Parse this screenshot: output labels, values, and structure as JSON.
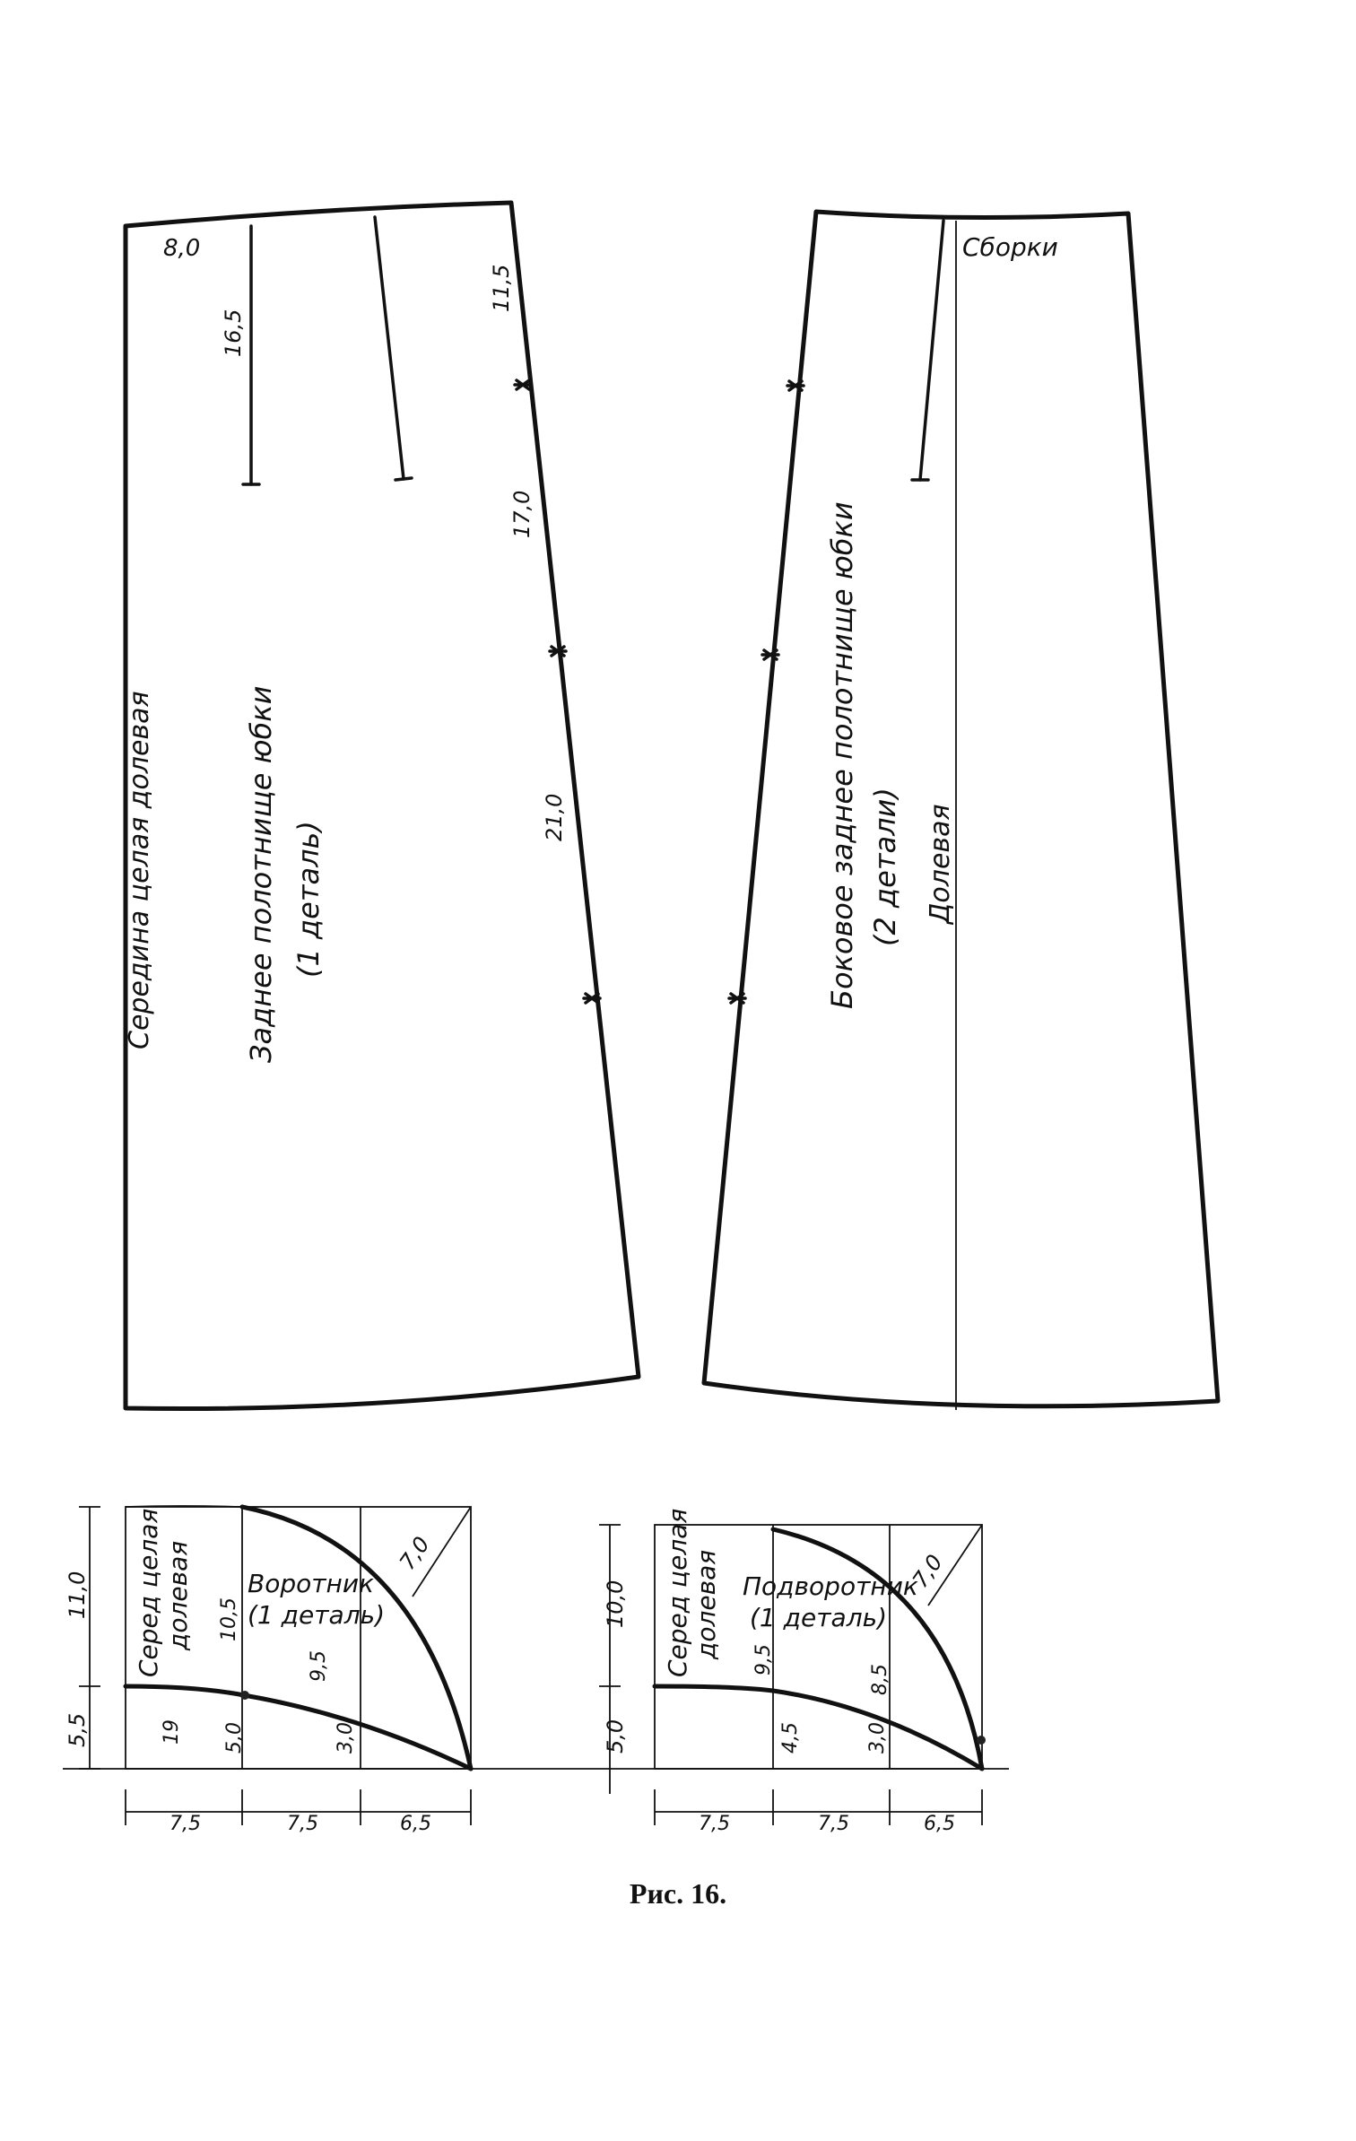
{
  "caption": "Рис. 16.",
  "back_panel": {
    "center_label": "Середина целая долевая",
    "title_line1": "Заднее полотнище юбки",
    "title_line2": "(1 деталь)",
    "waist_measure": "8,0",
    "dart_length": "16,5",
    "side_segments": [
      "11,5",
      "17,0",
      "21,0"
    ]
  },
  "side_panel": {
    "gathers_label": "Сборки",
    "title_line1": "Боковое заднее полотнище юбки",
    "title_line2": "(2 детали)",
    "grain_label": "Долевая"
  },
  "collar": {
    "center_label_line1": "Серед целая",
    "center_label_line2": "долевая",
    "title_line1": "Воротник",
    "title_line2": "(1 деталь)",
    "height_top": "11,0",
    "height_bottom": "5,5",
    "diag": "7,0",
    "marks": [
      "10,5",
      "9,5",
      "5,0",
      "3,0",
      "19"
    ],
    "widths": [
      "7,5",
      "7,5",
      "6,5"
    ]
  },
  "undercollar": {
    "center_label_line1": "Серед целая",
    "center_label_line2": "долевая",
    "title_line1": "Подворотник",
    "title_line2": "(1 деталь)",
    "height_top": "10,0",
    "height_bottom": "5,0",
    "diag": "7,0",
    "marks": [
      "9,5",
      "8,5",
      "4,5",
      "3,0"
    ],
    "widths": [
      "7,5",
      "7,5",
      "6,5"
    ]
  }
}
